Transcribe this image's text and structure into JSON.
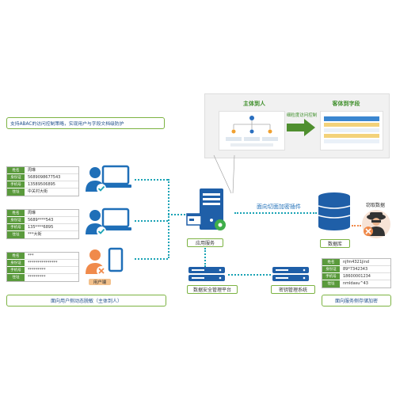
{
  "top_panel": {
    "subject_title": "主体到人",
    "object_title": "客体到字段",
    "arrow_label": "细粒度访问控制"
  },
  "left_caption": "支持ABAC的访问控制策略，实现用户与字段文档级防护",
  "users": [
    {
      "rows": [
        {
          "k": "姓名",
          "v": "周琳"
        },
        {
          "k": "身份证",
          "v": "5689098677543"
        },
        {
          "k": "手机号",
          "v": "13589506895"
        },
        {
          "k": "住址",
          "v": "中关村大街"
        }
      ],
      "status": "allowed"
    },
    {
      "rows": [
        {
          "k": "姓名",
          "v": "周琳"
        },
        {
          "k": "身份证",
          "v": "5689****543"
        },
        {
          "k": "手机号",
          "v": "135****6895"
        },
        {
          "k": "住址",
          "v": "***大街"
        }
      ],
      "status": "allowed"
    },
    {
      "rows": [
        {
          "k": "姓名",
          "v": "***"
        },
        {
          "k": "身份证",
          "v": "***************"
        },
        {
          "k": "手机号",
          "v": "*********"
        },
        {
          "k": "住址",
          "v": "*********"
        }
      ],
      "status": "denied"
    }
  ],
  "user_end_label": "用户端",
  "left_bottom_caption": "面向用户侧动态脱敏（主体到人）",
  "app_service_label": "应用服务",
  "plugin_label": "面向切面加密插件",
  "database_label": "数据库",
  "steal_label": "窃取数据",
  "security_platform_label": "数据安全管理平台",
  "key_mgmt_label": "密钥管理系统",
  "encrypted_card": {
    "rows": [
      {
        "k": "姓名",
        "v": "njfm4321jind"
      },
      {
        "k": "身份证",
        "v": "89*7342343"
      },
      {
        "k": "手机号",
        "v": "18600001234"
      },
      {
        "k": "住址",
        "v": "nmldasu^43"
      }
    ]
  },
  "right_bottom_caption": "面向服务侧存储加密",
  "colors": {
    "accent_green": "#5a9a3c",
    "accent_blue": "#1f6fb8",
    "dotted_teal": "#1aa3b5",
    "denied_orange": "#f08a4b"
  }
}
